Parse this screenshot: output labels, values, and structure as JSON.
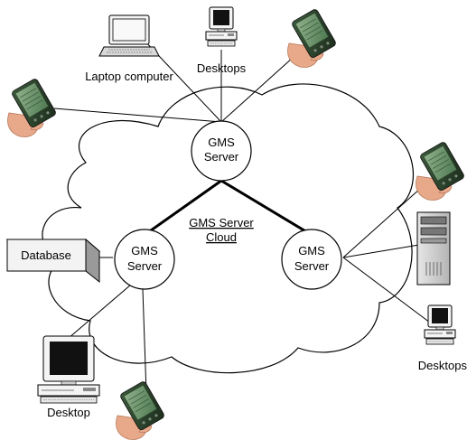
{
  "diagram": {
    "cloud_label_line1": "GMS Server",
    "cloud_label_line2": "Cloud",
    "servers": [
      {
        "line1": "GMS",
        "line2": "Server"
      },
      {
        "line1": "GMS",
        "line2": "Server"
      },
      {
        "line1": "GMS",
        "line2": "Server"
      }
    ],
    "database_label": "Database",
    "laptop_label": "Laptop computer",
    "desktops_top_label": "Desktops",
    "desktops_right_label": "Desktops",
    "desktop_bottom_label": "Desktop",
    "icons": [
      "pda-icon",
      "laptop-icon",
      "desktop-icon",
      "server-tower-icon",
      "database-icon"
    ]
  }
}
